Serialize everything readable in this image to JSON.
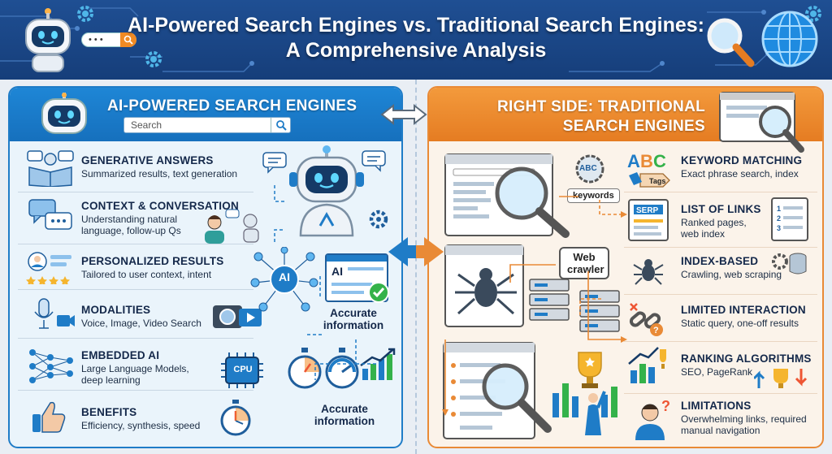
{
  "header": {
    "title_line1": "AI-Powered Search Engines vs. Traditional Search Engines:",
    "title_line2": "A Comprehensive Analysis",
    "mini_search_text": "• • •"
  },
  "left": {
    "title": "AI-POWERED SEARCH ENGINES",
    "search_placeholder": "Search",
    "features": [
      {
        "title": "GENERATIVE ANSWERS",
        "desc": "Summarized results, text generation"
      },
      {
        "title": "CONTEXT & CONVERSATION",
        "desc": "Understanding natural language, follow-up Qs"
      },
      {
        "title": "PERSONALIZED RESULTS",
        "desc": "Tailored to user context, intent"
      },
      {
        "title": "MODALITIES",
        "desc": "Voice, Image, Video Search"
      },
      {
        "title": "EMBEDDED AI",
        "desc": "Large Language Models, deep learning"
      },
      {
        "title": "BENEFITS",
        "desc": "Efficiency, synthesis, speed"
      }
    ],
    "ai_node": "AI",
    "ai_window_label": "AI",
    "accurate_1": "Accurate information",
    "accurate_2": "Accurate information",
    "cpu_label": "CPU"
  },
  "right": {
    "title_line1": "RIGHT SIDE: TRADITIONAL",
    "title_line2": "SEARCH ENGINES",
    "features": [
      {
        "title": "KEYWORD MATCHING",
        "desc": "Exact phrase search, index"
      },
      {
        "title": "LIST OF LINKS",
        "desc": "Ranked pages, web index"
      },
      {
        "title": "INDEX-BASED",
        "desc": "Crawling, web scraping"
      },
      {
        "title": "LIMITED INTERACTION",
        "desc": "Static query, one-off results"
      },
      {
        "title": "RANKING ALGORITHMS",
        "desc": "SEO, PageRank"
      },
      {
        "title": "LIMITATIONS",
        "desc": "Overwhelming links, required manual navigation"
      }
    ],
    "abc_badge": "ABC",
    "abc_big": "ABC",
    "tags_label": "Tags",
    "keywords_tag": "keywords",
    "web_crawler": "Web crawler",
    "serp_label": "SERP"
  },
  "colors": {
    "ai_blue": "#1f7cc7",
    "traditional_orange": "#e98a36",
    "header_navy": "#1a4688"
  }
}
